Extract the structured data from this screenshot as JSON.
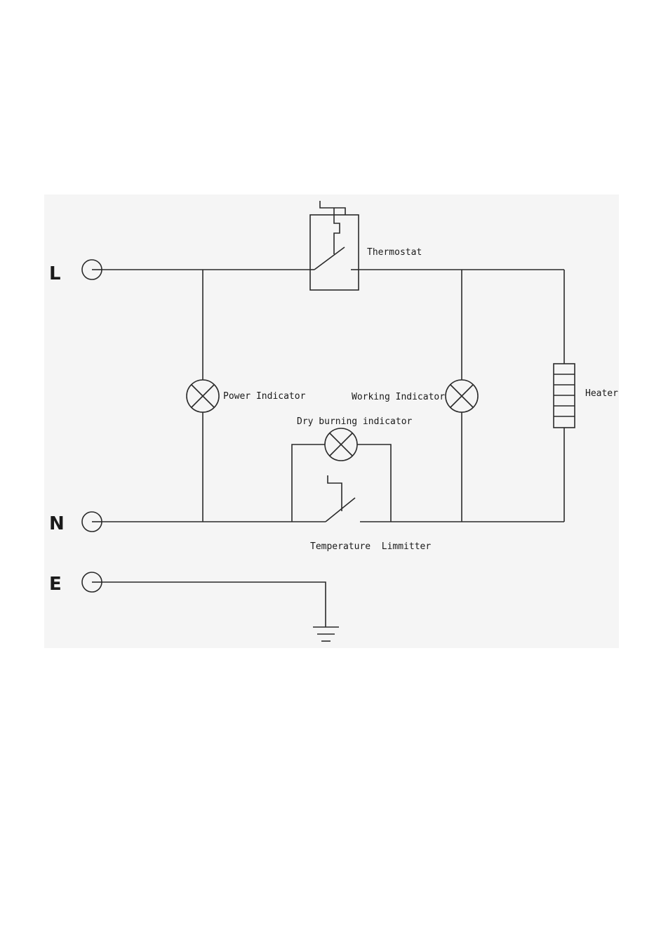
{
  "diagram": {
    "terminals": {
      "live": "L",
      "neutral": "N",
      "earth": "E"
    },
    "components": {
      "thermostat": "Thermostat",
      "power_indicator": "Power Indicator",
      "working_indicator": "Working Indicator",
      "dry_burning_indicator": "Dry burning indicator",
      "heater": "Heater",
      "temperature_limiter": "Temperature  Limmitter"
    }
  }
}
